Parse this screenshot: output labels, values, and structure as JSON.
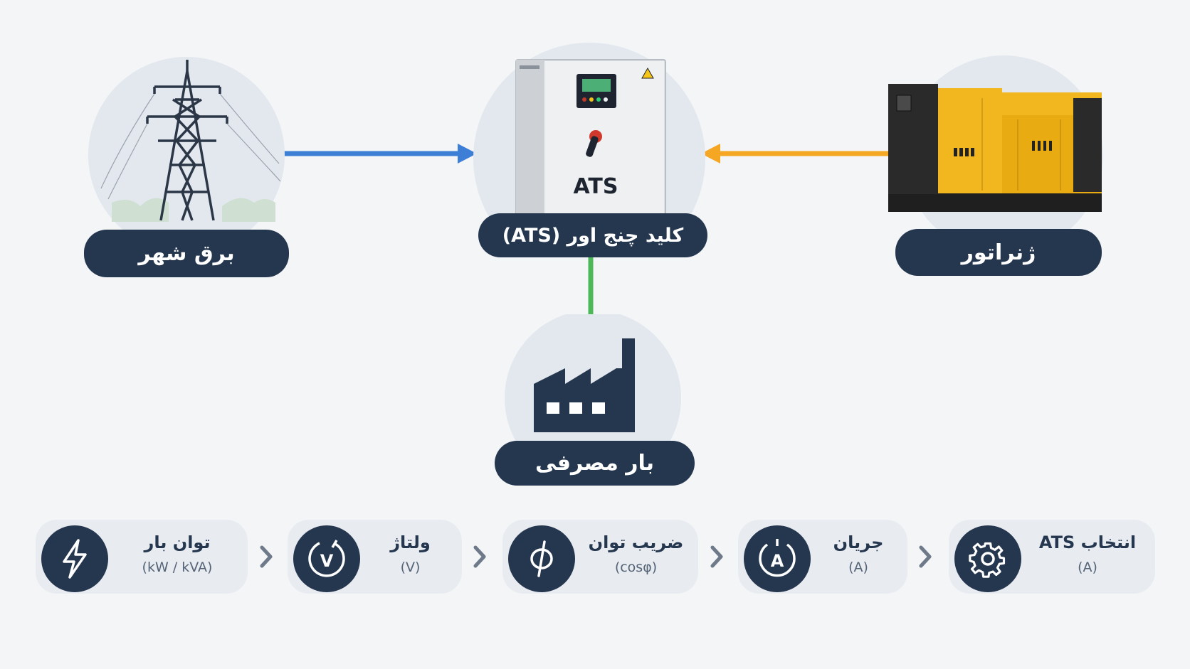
{
  "nodes": {
    "grid": {
      "label": "برق شهر"
    },
    "ats": {
      "label": "کلید چنج اور (ATS)",
      "panel_text": "ATS"
    },
    "generator": {
      "label": "ژنراتور"
    },
    "load": {
      "label": "بار مصرفی"
    }
  },
  "steps": [
    {
      "title": "توان بار",
      "unit": "(kW / kVA)",
      "icon": "lightning-icon"
    },
    {
      "title": "ولتاژ",
      "unit": "(V)",
      "icon": "voltage-icon"
    },
    {
      "title": "ضریب توان",
      "unit": "(cosφ)",
      "icon": "phi-icon"
    },
    {
      "title": "جریان",
      "unit": "(A)",
      "icon": "ammeter-icon"
    },
    {
      "title": "انتخاب ATS",
      "unit": "(A)",
      "icon": "gear-icon"
    }
  ],
  "colors": {
    "grid_arrow": "#3d7fd6",
    "generator_arrow": "#f5a623",
    "load_arrow": "#4cb85a",
    "pill": "#25364f"
  }
}
